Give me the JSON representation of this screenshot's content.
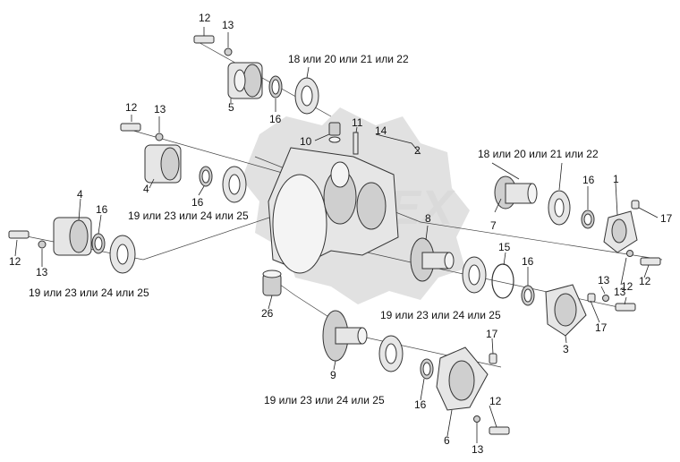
{
  "watermark": {
    "text": "DEX"
  },
  "callouts": {
    "c12_top": "12",
    "c13_top": "13",
    "c5": "5",
    "c16_top": "16",
    "c18_top": "18 или 20 или 21 или 22",
    "c12_b": "12",
    "c13_b": "13",
    "c4_b": "4",
    "c16_b": "16",
    "c19_b": "19 или 23 или 24 или 25",
    "c11": "11",
    "c10": "10",
    "c14": "14",
    "c2": "2",
    "c18_r": "18 или 20 или 21 или 22",
    "c4_l": "4",
    "c16_l": "16",
    "c12_l": "12",
    "c13_l": "13",
    "c19_l": "19 или 23 или 24 или 25",
    "c8": "8",
    "c7": "7",
    "c16_r": "16",
    "c1": "1",
    "c17_r": "17",
    "c13_r": "13",
    "c12_r": "12",
    "c13_r2": "13",
    "c12_r2": "12",
    "c17_r2": "17",
    "c15": "15",
    "c16_m": "16",
    "c19_m": "19 или 23 или 24 или 25",
    "c3": "3",
    "c26": "26",
    "c17_b": "17",
    "c9": "9",
    "c19_bot": "19 или 23 или 24 или 25",
    "c16_bot": "16",
    "c12_bot": "12",
    "c6": "6",
    "c13_bot": "13"
  }
}
